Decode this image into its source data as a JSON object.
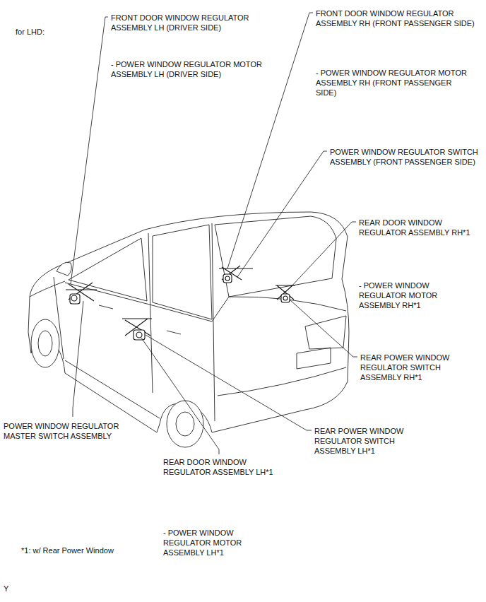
{
  "diagram": {
    "labels": [
      "for LHD:",
      "FRONT DOOR WINDOW REGULATOR ASSEMBLY LH (DRIVER SIDE)",
      "- POWER WINDOW REGULATOR MOTOR ASSEMBLY LH (DRIVER SIDE)",
      "FRONT DOOR WINDOW REGULATOR ASSEMBLY RH (FRONT PASSENGER SIDE)",
      "- POWER WINDOW REGULATOR MOTOR ASSEMBLY RH (FRONT PASSENGER SIDE)",
      "POWER WINDOW REGULATOR SWITCH ASSEMBLY (FRONT PASSENGER SIDE)",
      "REAR DOOR WINDOW REGULATOR ASSEMBLY RH*1",
      "- POWER WINDOW REGULATOR MOTOR ASSEMBLY RH*1",
      "REAR POWER WINDOW REGULATOR SWITCH ASSEMBLY RH*1",
      "POWER WINDOW REGULATOR MASTER SWITCH ASSEMBLY",
      "REAR POWER WINDOW REGULATOR SWITCH ASSEMBLY LH*1",
      "REAR DOOR WINDOW REGULATOR ASSEMBLY LH*1",
      "- POWER WINDOW REGULATOR MOTOR ASSEMBLY LH*1",
      "*1: w/ Rear Power Window",
      "Y"
    ]
  }
}
